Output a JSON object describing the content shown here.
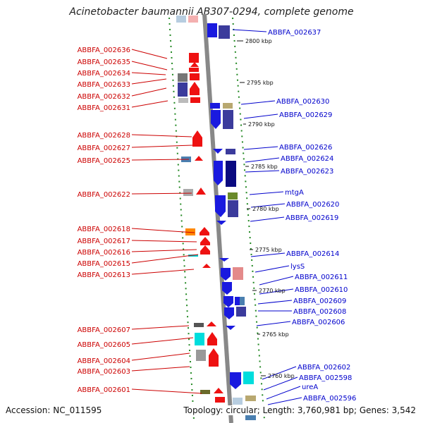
{
  "title": "Acinetobacter baumannii AB307-0294, complete genome",
  "footer": {
    "accession": "Accession: NC_011595",
    "topology": "Topology: circular; Length: 3,760,981 bp; Genes: 3,542"
  },
  "colors": {
    "forward_gene": "#ee1111",
    "reverse_gene": "#1111dd",
    "leader_left": "#cc0000",
    "leader_right": "#0000cc",
    "backbone": "#888888",
    "dots": "#228822"
  },
  "kbp_marks": [
    "2800 kbp",
    "2795 kbp",
    "2790 kbp",
    "2785 kbp",
    "2780 kbp",
    "2775 kbp",
    "2770 kbp",
    "2765 kbp",
    "2760 kbp"
  ],
  "left_labels": [
    "ABBFA_002636",
    "ABBFA_002635",
    "ABBFA_002634",
    "ABBFA_002633",
    "ABBFA_002632",
    "ABBFA_002631",
    "ABBFA_002628",
    "ABBFA_002627",
    "ABBFA_002625",
    "ABBFA_002622",
    "ABBFA_002618",
    "ABBFA_002617",
    "ABBFA_002616",
    "ABBFA_002615",
    "ABBFA_002613",
    "ABBFA_002607",
    "ABBFA_002605",
    "ABBFA_002604",
    "ABBFA_002603",
    "ABBFA_002601"
  ],
  "right_labels": [
    "ABBFA_002637",
    "ABBFA_002630",
    "ABBFA_002629",
    "ABBFA_002626",
    "ABBFA_002624",
    "ABBFA_002623",
    "mtgA",
    "ABBFA_002620",
    "ABBFA_002619",
    "ABBFA_002614",
    "lysS",
    "ABBFA_002611",
    "ABBFA_002610",
    "ABBFA_002609",
    "ABBFA_002608",
    "ABBFA_002606",
    "ABBFA_002602",
    "ABBFA_002598",
    "ureA",
    "ABBFA_002596"
  ]
}
